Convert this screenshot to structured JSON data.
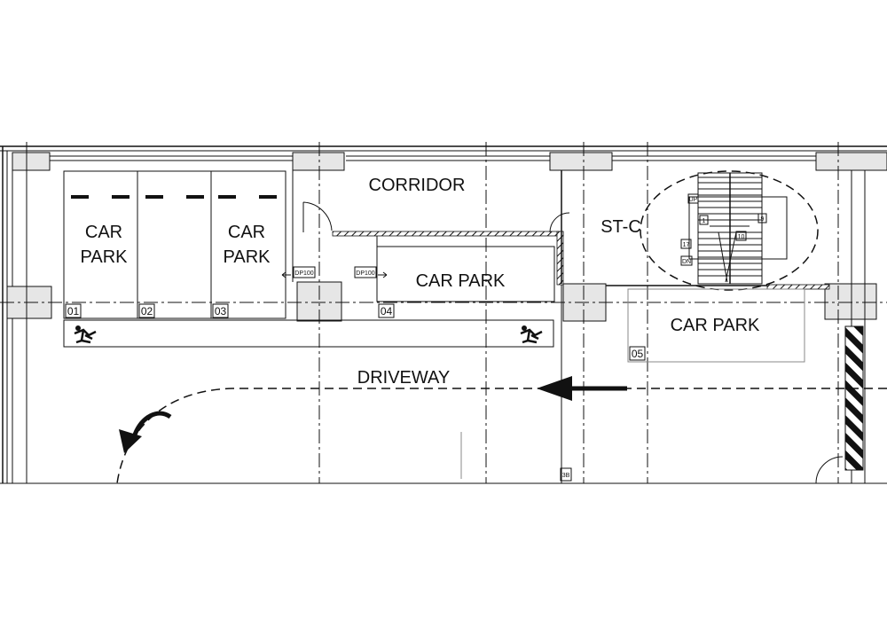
{
  "rooms": {
    "car_park_1": [
      "CAR",
      "PARK"
    ],
    "car_park_2": [
      "CAR",
      "PARK"
    ],
    "corridor": "CORRIDOR",
    "stair": "ST-C",
    "car_park_center": "CAR PARK",
    "car_park_right": "CAR PARK",
    "driveway": "DRIVEWAY"
  },
  "bay_numbers": [
    "01",
    "02",
    "03",
    "04",
    "05"
  ],
  "door_tags": [
    "DP100",
    "DP100"
  ],
  "stair_labels": [
    "UP",
    "1",
    "9",
    "10",
    "17",
    "DN"
  ],
  "marker_label": "3B"
}
